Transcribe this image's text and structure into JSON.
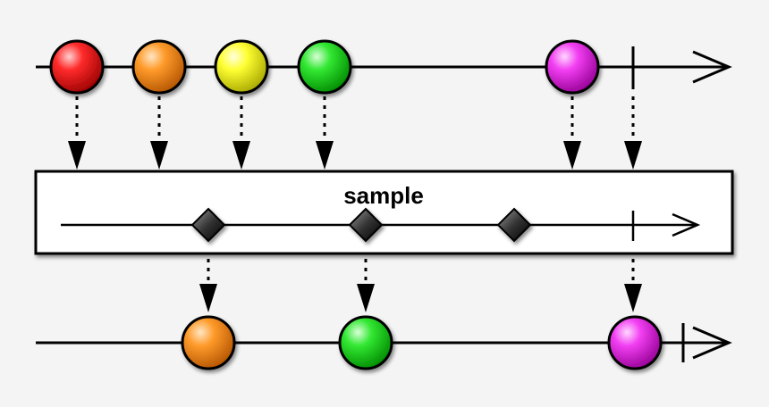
{
  "operator": {
    "label": "sample"
  },
  "input_stream": {
    "emissions": [
      {
        "color": "#ff2b2b",
        "color_name": "red"
      },
      {
        "color": "#ff9b2b",
        "color_name": "orange"
      },
      {
        "color": "#ffff33",
        "color_name": "yellow"
      },
      {
        "color": "#33e833",
        "color_name": "green"
      },
      {
        "color": "#f23ff2",
        "color_name": "magenta"
      }
    ],
    "completes": true
  },
  "sampler_stream": {
    "emissions": [
      {
        "shape": "diamond",
        "color": "#222222"
      },
      {
        "shape": "diamond",
        "color": "#222222"
      },
      {
        "shape": "diamond",
        "color": "#222222"
      }
    ],
    "completes": true
  },
  "output_stream": {
    "emissions": [
      {
        "color": "#ff9b2b",
        "color_name": "orange"
      },
      {
        "color": "#33e833",
        "color_name": "green"
      },
      {
        "color": "#f23ff2",
        "color_name": "magenta"
      }
    ],
    "completes": true
  },
  "icons": {
    "marble": "circle",
    "sample_trigger": "diamond",
    "completion": "vertical-bar",
    "timeline_end": "open-arrowhead",
    "flow": "dotted-arrow"
  }
}
